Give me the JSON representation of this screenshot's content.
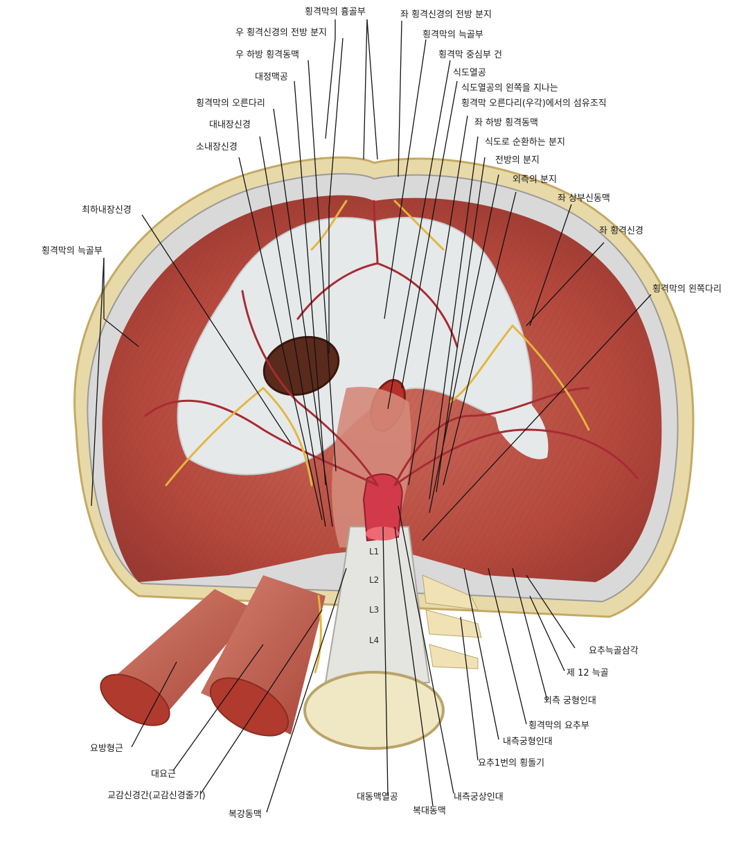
{
  "labels": {
    "sternal_part": "횡격막의 흉골부",
    "left_phrenic_ant_branch": "좌 횡격신경의 전방 분지",
    "right_phrenic_ant_branch": "우 횡격신경의 전방 분지",
    "costal_part_top": "횡격막의 늑골부",
    "right_inf_phrenic_artery": "우 하방 횡격동맥",
    "central_tendon": "횡격막 중심부 건",
    "vena_caval_foramen": "대정맥공",
    "esophageal_hiatus": "식도열공",
    "fibers_left_of_hiatus_1": "식도열공의 왼쪽을 지나는",
    "fibers_left_of_hiatus_2": "횡격막 오른다리(우각)에서의 섬유조직",
    "right_crus": "횡격막의 오른다리",
    "left_inf_phrenic_artery": "좌 하방 횡격동맥",
    "greater_splanchnic": "대내장신경",
    "recurrent_esophageal_branch": "식도로 순환하는 분지",
    "lesser_splanchnic": "소내장신경",
    "anterior_branch": "전방의 분지",
    "lateral_branch": "외측의 분지",
    "left_superior_suprarenal_artery": "좌 상부신동맥",
    "least_splanchnic": "최하내장신경",
    "left_phrenic_nerve": "좌 횡격신경",
    "costal_part_left": "횡격막의 늑골부",
    "left_crus": "횡격막의 왼쪽다리",
    "lumbocostal_triangle": "요추늑골삼각",
    "rib_12": "제 12 늑골",
    "lateral_arcuate": "외측 궁형인대",
    "lumbar_part": "횡격막의 요추부",
    "medial_arcuate": "내측궁형인대",
    "transverse_process_l1": "요추1번의 횡돌기",
    "quadratus_lumborum": "요방형근",
    "psoas_major": "대요근",
    "sympathetic_trunk": "교감신경간(교감신경줄기)",
    "celiac_trunk": "복강동맥",
    "aortic_hiatus": "대동맥열공",
    "abdominal_aorta": "복대동맥",
    "median_arcuate": "내측궁상인대"
  },
  "vertebrae": [
    "L1",
    "L2",
    "L3",
    "L4"
  ]
}
